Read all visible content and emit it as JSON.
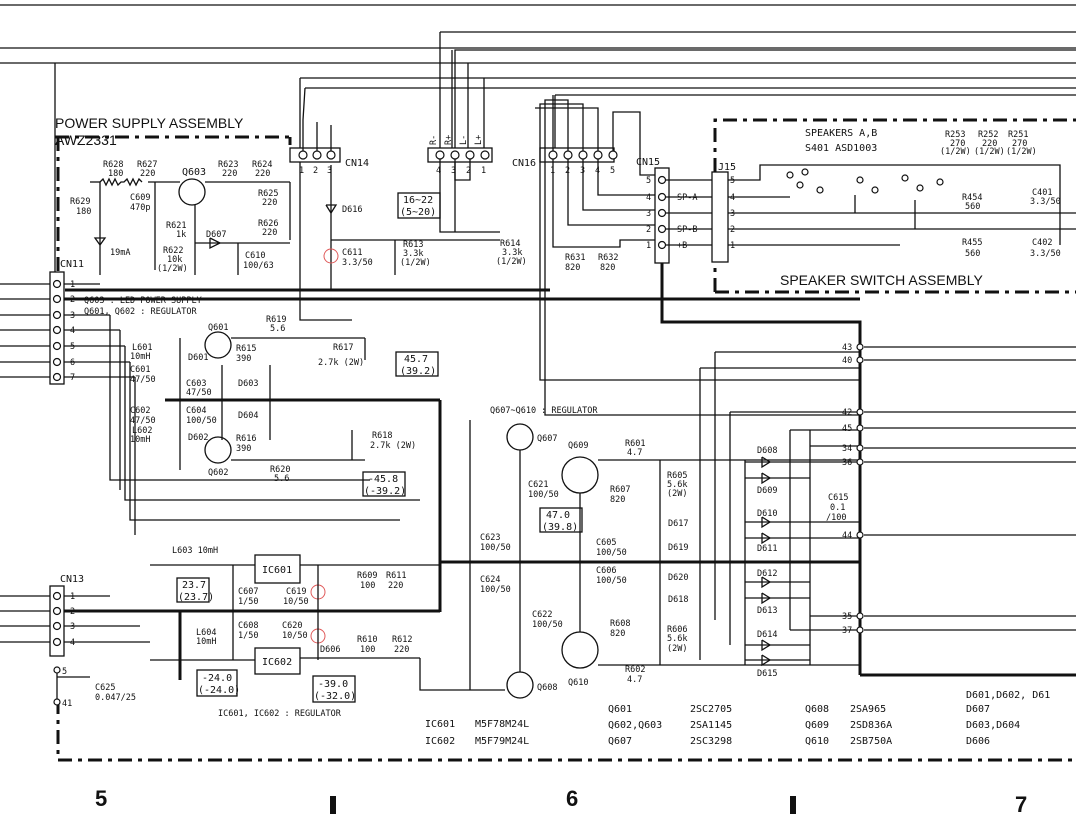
{
  "assembly": {
    "title": "POWER SUPPLY ASSEMBLY",
    "part": "AWZ2331"
  },
  "speaker_assembly": {
    "title": "SPEAKER SWITCH ASSEMBLY"
  },
  "connectors": {
    "cn11": "CN11",
    "cn13": "CN13",
    "cn14": "CN14",
    "cn15": "CN15",
    "cn16": "CN16",
    "j15": "J15",
    "cn11_pins": [
      "1",
      "2",
      "3",
      "4",
      "5",
      "6",
      "7"
    ],
    "cn13_pins": [
      "1",
      "2",
      "3",
      "4"
    ],
    "cn14_pins": [
      "1",
      "2",
      "3"
    ],
    "cn16_pins": [
      "1",
      "2",
      "3",
      "4",
      "5"
    ],
    "j15_pins": [
      "5",
      "4",
      "3",
      "2",
      "1"
    ],
    "cn15_pins": [
      "5",
      "4",
      "3",
      "2",
      "1"
    ],
    "rl_pins": [
      "4",
      "3",
      "2",
      "1"
    ],
    "rl_labels": [
      "R-",
      "R+",
      "L-",
      "L+"
    ],
    "sp_labels": [
      "SP-A",
      "SP-B",
      "+B"
    ],
    "cn13_extra": "5",
    "pin41": "41",
    "right_pins": [
      "43",
      "40",
      "42",
      "45",
      "34",
      "36",
      "44",
      "35",
      "37"
    ]
  },
  "notes": {
    "q603": "Q603 : LED POWER SUPPLY",
    "q601_602": "Q601, Q602 : REGULATOR",
    "q607_610": "Q607~Q610 : REGULATOR",
    "ic_reg": "IC601, IC602 : REGULATOR",
    "speakers_ab": "SPEAKERS A,B",
    "s401": "S401  ASD1003",
    "current": "19mA"
  },
  "voltages": {
    "v16": "16~22",
    "v16b": "(5~20)",
    "v457": "45.7",
    "v457b": "(39.2)",
    "v458": "-45.8",
    "v458b": "(-39.2)",
    "v470": "47.0",
    "v470b": "(39.8)",
    "v237": "23.7",
    "v237b": "(23.7)",
    "v240": "-24.0",
    "v240b": "(-24.0)",
    "v390": "-39.0",
    "v390b": "(-32.0)"
  },
  "components": {
    "r628": [
      "R628",
      "180"
    ],
    "r627": [
      "R627",
      "220"
    ],
    "q603": "Q603",
    "r623": [
      "R623",
      "220"
    ],
    "r624": [
      "R624",
      "220"
    ],
    "r625": [
      "R625",
      "220"
    ],
    "r626": [
      "R626",
      "220"
    ],
    "r629": [
      "R629",
      "180"
    ],
    "c609": [
      "C609",
      "470p"
    ],
    "r621": [
      "R621",
      "1k"
    ],
    "d607": "D607",
    "r622": [
      "R622",
      "10k",
      "(1/2W)"
    ],
    "c610": [
      "C610",
      "100/63"
    ],
    "d616": "D616",
    "c611": [
      "C611",
      "3.3/50"
    ],
    "r613": [
      "R613",
      "3.3k",
      "(1/2W)"
    ],
    "r614": [
      "R614",
      "3.3k",
      "(1/2W)"
    ],
    "r631": [
      "R631",
      "820"
    ],
    "r632": [
      "R632",
      "820"
    ],
    "r253": [
      "R253",
      "270",
      "(1/2W)"
    ],
    "r252": [
      "R252",
      "220",
      "(1/2W)"
    ],
    "r251": [
      "R251",
      "270",
      "(1/2W)"
    ],
    "r454": [
      "R454",
      "560"
    ],
    "c401": [
      "C401",
      "3.3/50"
    ],
    "r455": [
      "R455",
      "560"
    ],
    "c402": [
      "C402",
      "3.3/50"
    ],
    "r619": [
      "R619",
      "5.6"
    ],
    "q601": "Q601",
    "l601": [
      "L601",
      "10mH"
    ],
    "d601": "D601",
    "r615": [
      "R615",
      "390"
    ],
    "r617": [
      "R617",
      "2.7k (2W)"
    ],
    "c601": [
      "C601",
      "47/50"
    ],
    "c603": [
      "C603",
      "47/50"
    ],
    "d603": "D603",
    "c602": [
      "C602",
      "47/50"
    ],
    "c604": [
      "C604",
      "100/50"
    ],
    "d604": "D604",
    "l602": [
      "L602",
      "10mH"
    ],
    "d602": "D602",
    "r616": [
      "R616",
      "390"
    ],
    "q602": "Q602",
    "r620": [
      "R620",
      "5.6"
    ],
    "r618": [
      "R618",
      "2.7k (2W)"
    ],
    "q607": "Q607",
    "q609": "Q609",
    "r601": [
      "R601",
      "4.7"
    ],
    "r605": [
      "R605",
      "5.6k",
      "(2W)"
    ],
    "c621": [
      "C621",
      "100/50"
    ],
    "r607": [
      "R607",
      "820"
    ],
    "d617": "D617",
    "c605": [
      "C605",
      "100/50"
    ],
    "d619": "D619",
    "c623": [
      "C623",
      "100/50"
    ],
    "c606": [
      "C606",
      "100/50"
    ],
    "d620": "D620",
    "c624": [
      "C624",
      "100/50"
    ],
    "d618": "D618",
    "c622": [
      "C622",
      "100/50"
    ],
    "r608": [
      "R608",
      "820"
    ],
    "r606": [
      "R606",
      "5.6k",
      "(2W)"
    ],
    "q610": "Q610",
    "r602": [
      "R602",
      "4.7"
    ],
    "q608": "Q608",
    "l603": "L603  10mH",
    "ic601": "IC601",
    "ic602": "IC602",
    "c607": [
      "C607",
      "1/50"
    ],
    "c619": [
      "C619",
      "10/50"
    ],
    "r609": [
      "R609",
      "100"
    ],
    "r611": [
      "R611",
      "220"
    ],
    "l604": [
      "L604",
      "10mH"
    ],
    "c608": [
      "C608",
      "1/50"
    ],
    "c620": [
      "C620",
      "10/50"
    ],
    "d606": "D606",
    "r610": [
      "R610",
      "100"
    ],
    "r612": [
      "R612",
      "220"
    ],
    "c625": [
      "C625",
      "0.047/25"
    ],
    "c615": [
      "C615",
      "0.1",
      "/100"
    ],
    "diodes_right": [
      "D608",
      "D609",
      "D610",
      "D611",
      "D612",
      "D613",
      "D614",
      "D615"
    ]
  },
  "parts_list": {
    "ic": [
      [
        "IC601",
        "M5F78M24L"
      ],
      [
        "IC602",
        "M5F79M24L"
      ]
    ],
    "q_mid": [
      [
        "Q601",
        "2SC2705"
      ],
      [
        "Q602,Q603",
        "2SA1145"
      ],
      [
        "Q607",
        "2SC3298"
      ]
    ],
    "q_right": [
      [
        "Q608",
        "2SA965"
      ],
      [
        "Q609",
        "2SD836A"
      ],
      [
        "Q610",
        "2SB750A"
      ]
    ],
    "d_list": [
      "D601,D602, D61",
      "D607",
      "D603,D604",
      "D606"
    ]
  },
  "zones": [
    "5",
    "6",
    "7"
  ],
  "colors": {
    "line": "#111111",
    "highlight": "#e05a5a"
  }
}
